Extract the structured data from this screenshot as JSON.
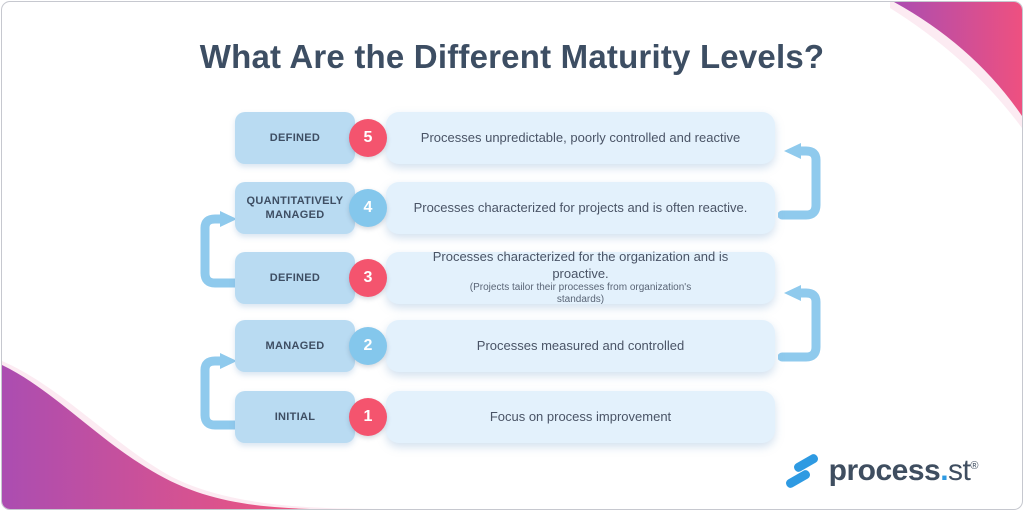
{
  "card": {
    "title": "What Are the Different Maturity Levels?"
  },
  "levels": [
    {
      "label": "DEFINED",
      "number": "5",
      "description": "Processes unpredictable, poorly controlled and reactive"
    },
    {
      "label": "QUANTITATIVELY MANAGED",
      "number": "4",
      "description": "Processes characterized for projects and is often reactive."
    },
    {
      "label": "DEFINED",
      "number": "3",
      "description": "Processes characterized for the organization and is proactive.",
      "sub": "(Projects tailor their processes from organization's standards)"
    },
    {
      "label": "MANAGED",
      "number": "2",
      "description": "Processes measured and controlled"
    },
    {
      "label": "INITIAL",
      "number": "1",
      "description": "Focus on process improvement"
    }
  ],
  "logo": {
    "brand": "process",
    "dot": ".",
    "suffix": "st",
    "registered": "®"
  },
  "colors": {
    "title_text": "#3d4e63",
    "label_box": "#b9dbf2",
    "description_box": "#e3f1fc",
    "badge_pink": "#f4546e",
    "badge_blue": "#84c7ec",
    "arrow_blue": "#8fcaed",
    "logo_blue": "#2e9ae2",
    "deco_gradient_start": "#ab4db1",
    "deco_gradient_end": "#f0557d",
    "deco_pale_pink": "#fcebf2"
  }
}
